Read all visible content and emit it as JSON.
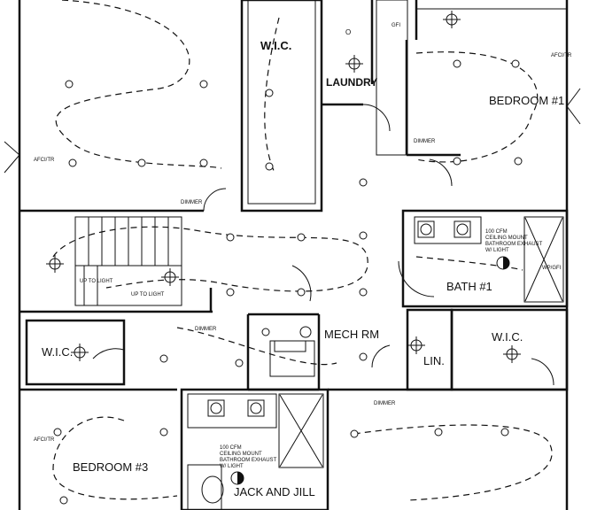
{
  "rooms": {
    "wic_top": "W.I.C.",
    "laundry": "LAUNDRY",
    "bedroom1": "BEDROOM #1",
    "bath1": "BATH #1",
    "mech": "MECH RM",
    "lin": "LIN.",
    "wic_left": "W.I.C.",
    "wic_right": "W.I.C.",
    "bedroom3": "BEDROOM #3",
    "jack_jill": "JACK AND JILL"
  },
  "notes": {
    "fan_top": [
      "100 CFM",
      "CEILING MOUNT",
      "BATHROOM EXHAUST",
      "W/ LIGHT"
    ],
    "fan_bottom": [
      "100 CFM",
      "CEILING MOUNT",
      "BATHROOM EXHAUST",
      "W/ LIGHT"
    ],
    "up_to_light_1": "UP TO LIGHT",
    "up_to_light_2": "UP TO LIGHT",
    "dimmer": "DIMMER",
    "gfi": "GFI",
    "afci": "AFCI/TR",
    "oc": "O",
    "gfi_light": "WP/GFI"
  }
}
